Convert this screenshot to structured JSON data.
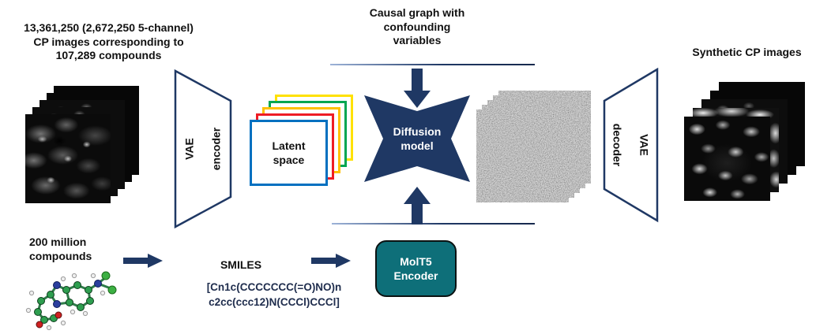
{
  "colors": {
    "navy": "#1f3864",
    "teal": "#0e6f79",
    "latent_blue": "#0070c0",
    "latent_red": "#ee1c25",
    "latent_amber": "#ffc000",
    "latent_green": "#00a651",
    "latent_yellow": "#ffe100"
  },
  "top_left_caption": {
    "line1": "13,361,250 (2,672,250 5-channel)",
    "line2": "CP images corresponding to",
    "line3": "107,289 compounds"
  },
  "vae_encoder": {
    "line1": "VAE",
    "line2": "encoder"
  },
  "latent_space": {
    "line1": "Latent",
    "line2": "space"
  },
  "causal": {
    "line1": "Causal graph with",
    "line2": "confounding",
    "line3": "variables"
  },
  "diffusion": {
    "line1": "Diffusion",
    "line2": "model"
  },
  "vae_decoder": {
    "line1": "VAE",
    "line2": "decoder"
  },
  "synthetic_caption": "Synthetic CP images",
  "compounds_caption": {
    "line1": "200 million",
    "line2": "compounds"
  },
  "smiles": {
    "title": "SMILES",
    "line1": "[Cn1c(CCCCCCC(=O)NO)n",
    "line2": "c2cc(ccc12)N(CCCl)CCCl]"
  },
  "molt5": {
    "line1": "MolT5",
    "line2": "Encoder"
  }
}
